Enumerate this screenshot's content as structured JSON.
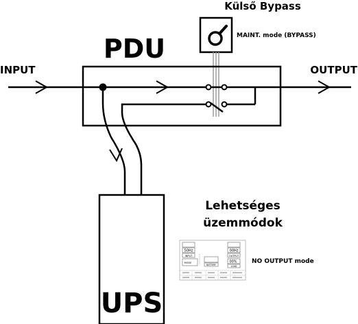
{
  "labels": {
    "bypass_title": "Külső Bypass",
    "maint_mode": "MAINT. mode (BYPASS)",
    "pdu": "PDU",
    "input": "INPUT",
    "output": "OUTPUT",
    "ups": "UPS",
    "modes_title_line1": "Lehetséges",
    "modes_title_line2": "üzemmódok",
    "mode_name": "NO OUTPUT mode"
  },
  "lcd_panel": {
    "input_box": "INPUT",
    "output_box": "OUTPUT",
    "battery_box": "BATTERY",
    "load_box": "LOAD",
    "mode_box": "MODE",
    "input_freq": "50Hz",
    "output_freq": "00Hz",
    "load_pct": "00%"
  },
  "colors": {
    "line": "#000000",
    "bypass_shaft": "#9a9a9a",
    "panel_border": "#bbbbbb",
    "panel_text": "#555555"
  }
}
